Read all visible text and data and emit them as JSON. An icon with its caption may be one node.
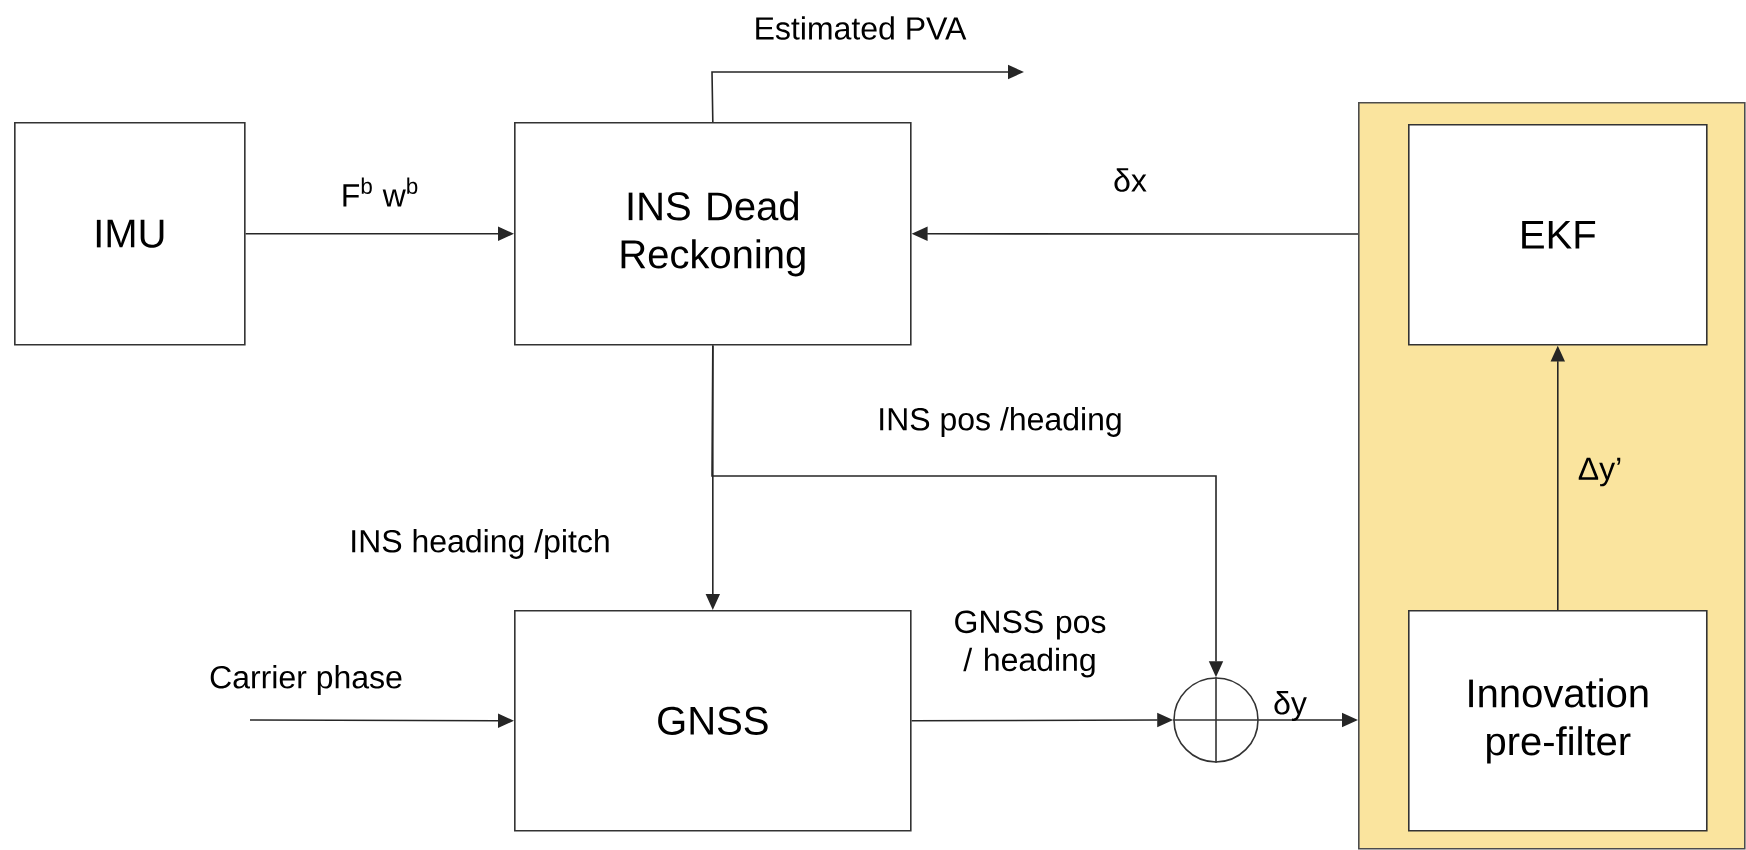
{
  "diagram": {
    "nodes": [
      {
        "text": [
          "IMU"
        ]
      },
      {
        "text": [
          "INS Dead Reckoning"
        ]
      },
      {
        "text": [
          "GNSS"
        ]
      },
      {
        "text": [],
        "shape": "circle"
      },
      {
        "text": [],
        "shape": "box"
      },
      {
        "text": [
          "EKF"
        ],
        "in": 4
      },
      {
        "text": [
          "Innovation pre-filter"
        ],
        "in": 4
      }
    ],
    "edges": [
      {
        "from": 0,
        "to": 1,
        "arrow": "to",
        "label": "F$^{b}$ w$^{b}$"
      },
      {
        "from": 4,
        "to": 1,
        "arrow": "to",
        "label": "δx"
      },
      {
        "from": 1,
        "to": null,
        "arrow": "to",
        "label": "Estimated PVA"
      },
      {
        "from": 1,
        "to": 2,
        "arrow": "to",
        "label": "INS heading /pitch"
      },
      {
        "from": 1,
        "to": 3,
        "arrow": "to",
        "label": "INS pos /heading"
      },
      {
        "from": null,
        "to": 2,
        "arrow": "to",
        "label": "Carrier phase"
      },
      {
        "from": 2,
        "to": 3,
        "arrow": "to",
        "label": "GNSS pos / heading"
      },
      {
        "from": 3,
        "to": 4,
        "arrow": "to",
        "label": "δy"
      },
      {
        "from": 6,
        "to": 5,
        "arrow": "to",
        "label": "Δy’"
      }
    ]
  }
}
